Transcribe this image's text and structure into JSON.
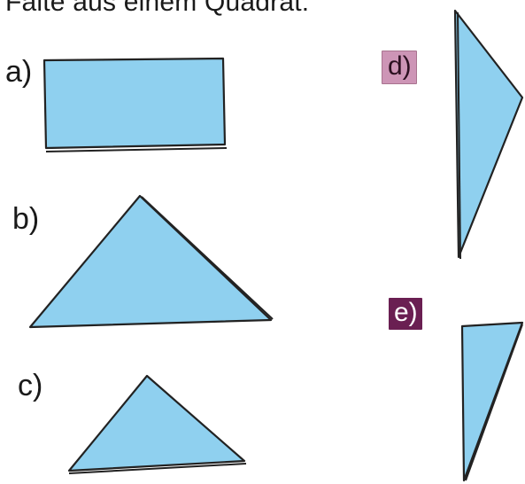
{
  "instruction": "Falte aus einem Quadrat:",
  "labels": {
    "a": "a)",
    "b": "b)",
    "c": "c)",
    "d": "d)",
    "e": "e)"
  },
  "colors": {
    "paper": "#8fd0ef",
    "badge_d": "#cd95b6",
    "badge_e": "#6a1f52"
  }
}
